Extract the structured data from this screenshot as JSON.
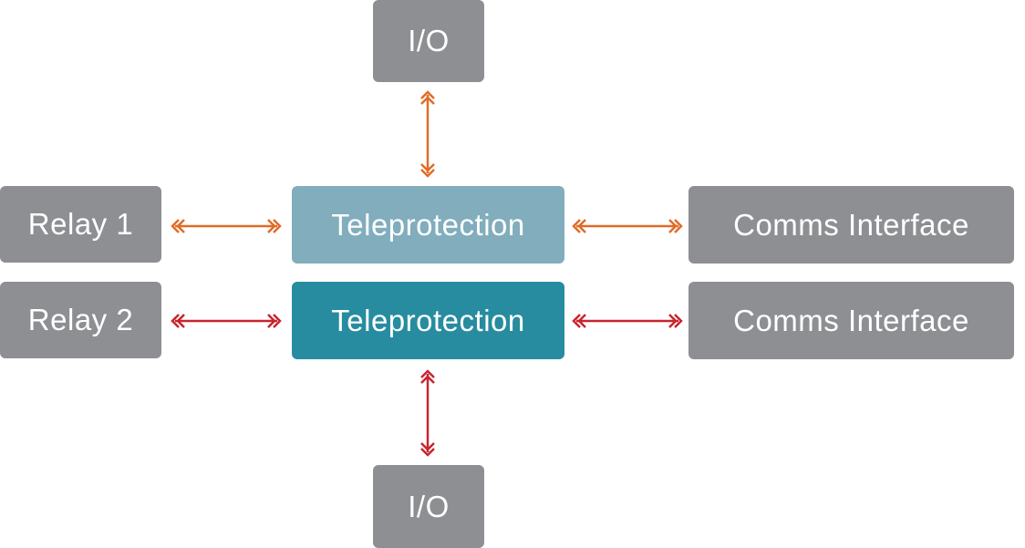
{
  "nodes": {
    "io_top": "I/O",
    "relay1": "Relay 1",
    "teleprotection1": "Teleprotection",
    "comms1": "Comms Interface",
    "relay2": "Relay 2",
    "teleprotection2": "Teleprotection",
    "comms2": "Comms Interface",
    "io_bottom": "I/O"
  },
  "colors": {
    "box_grey": "#8e8f93",
    "teleprotection_light": "#81adbd",
    "teleprotection_dark": "#278ca0",
    "arrow_orange": "#e06c28",
    "arrow_red": "#c8242f"
  },
  "connections": [
    {
      "from": "io_top",
      "to": "teleprotection1",
      "color": "orange",
      "bidirectional": true
    },
    {
      "from": "relay1",
      "to": "teleprotection1",
      "color": "orange",
      "bidirectional": true
    },
    {
      "from": "teleprotection1",
      "to": "comms1",
      "color": "orange",
      "bidirectional": true
    },
    {
      "from": "relay2",
      "to": "teleprotection2",
      "color": "red",
      "bidirectional": true
    },
    {
      "from": "teleprotection2",
      "to": "comms2",
      "color": "red",
      "bidirectional": true
    },
    {
      "from": "teleprotection2",
      "to": "io_bottom",
      "color": "red",
      "bidirectional": true
    }
  ]
}
